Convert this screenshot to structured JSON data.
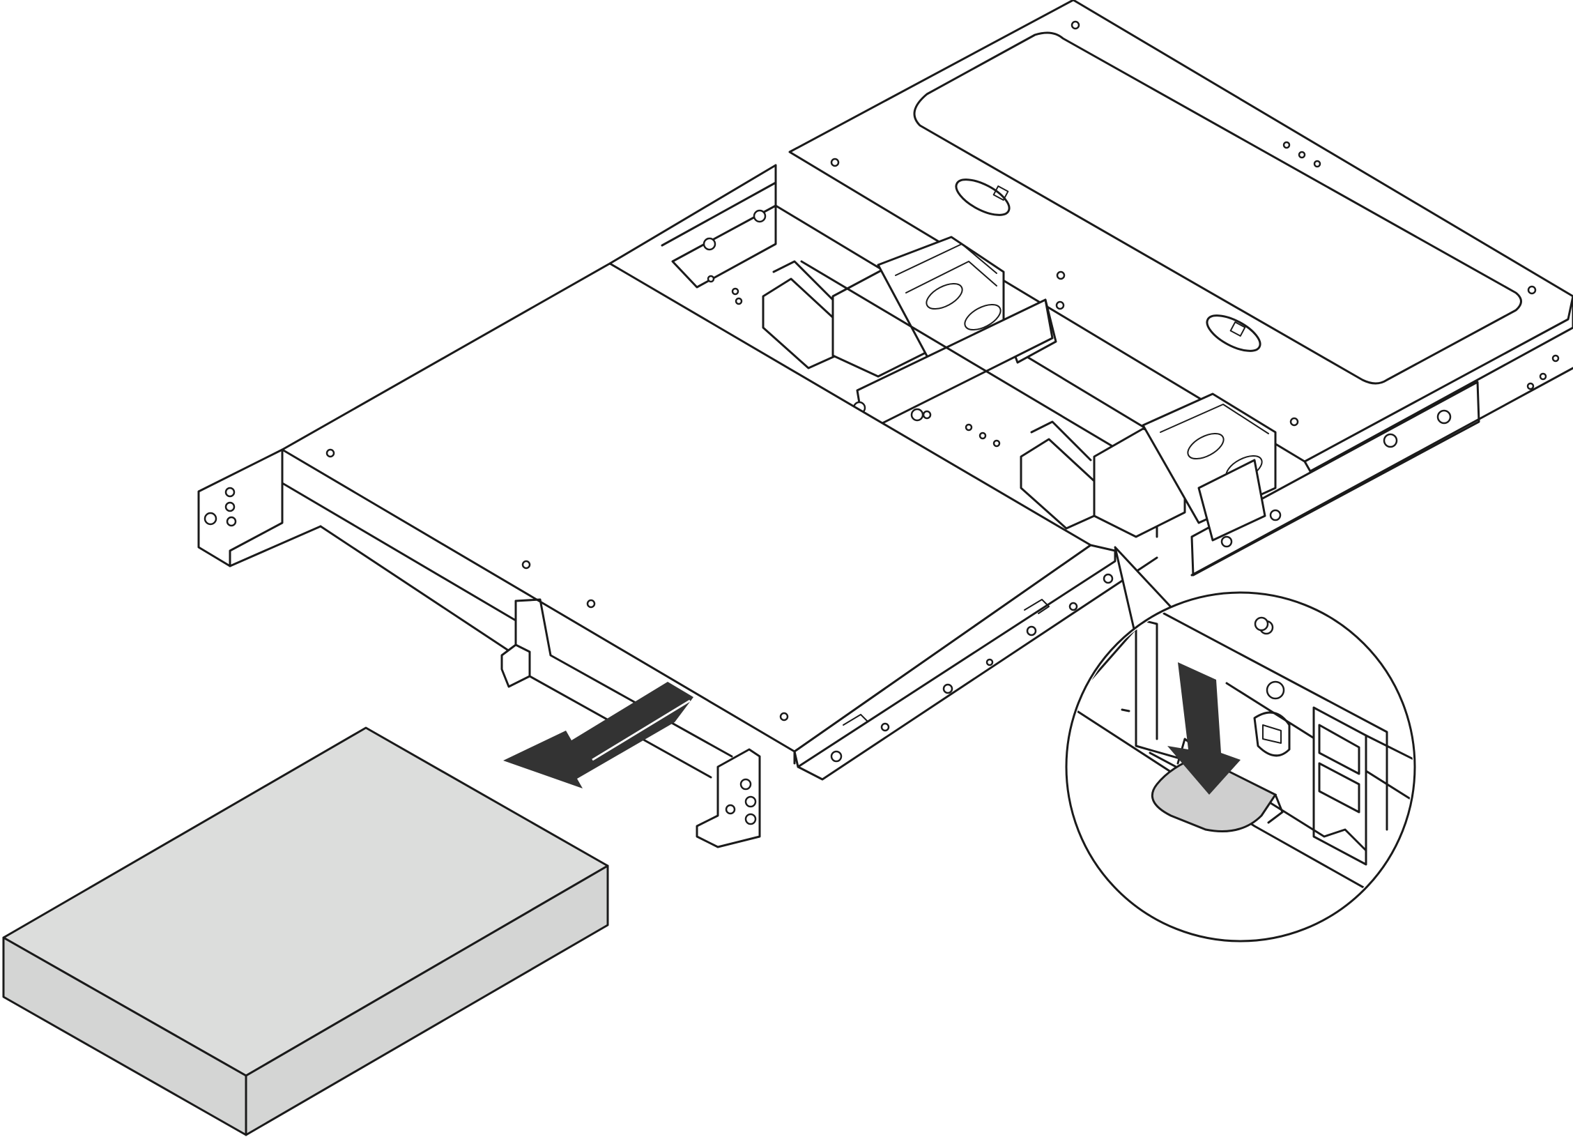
{
  "figure": {
    "description_kind": "technical-illustration",
    "colors": {
      "line": "#1a1a1a",
      "drive_top": "#dcdddc",
      "drive_side": "#d4d5d4",
      "arrow": "#333333",
      "tab_highlight": "#cfcfcf",
      "background": "#ffffff"
    },
    "icons": [
      "chassis-drawing",
      "drive-cage-drawing",
      "removed-drive-drawing",
      "pull-direction-arrow",
      "release-tab-callout",
      "press-down-arrow"
    ]
  }
}
